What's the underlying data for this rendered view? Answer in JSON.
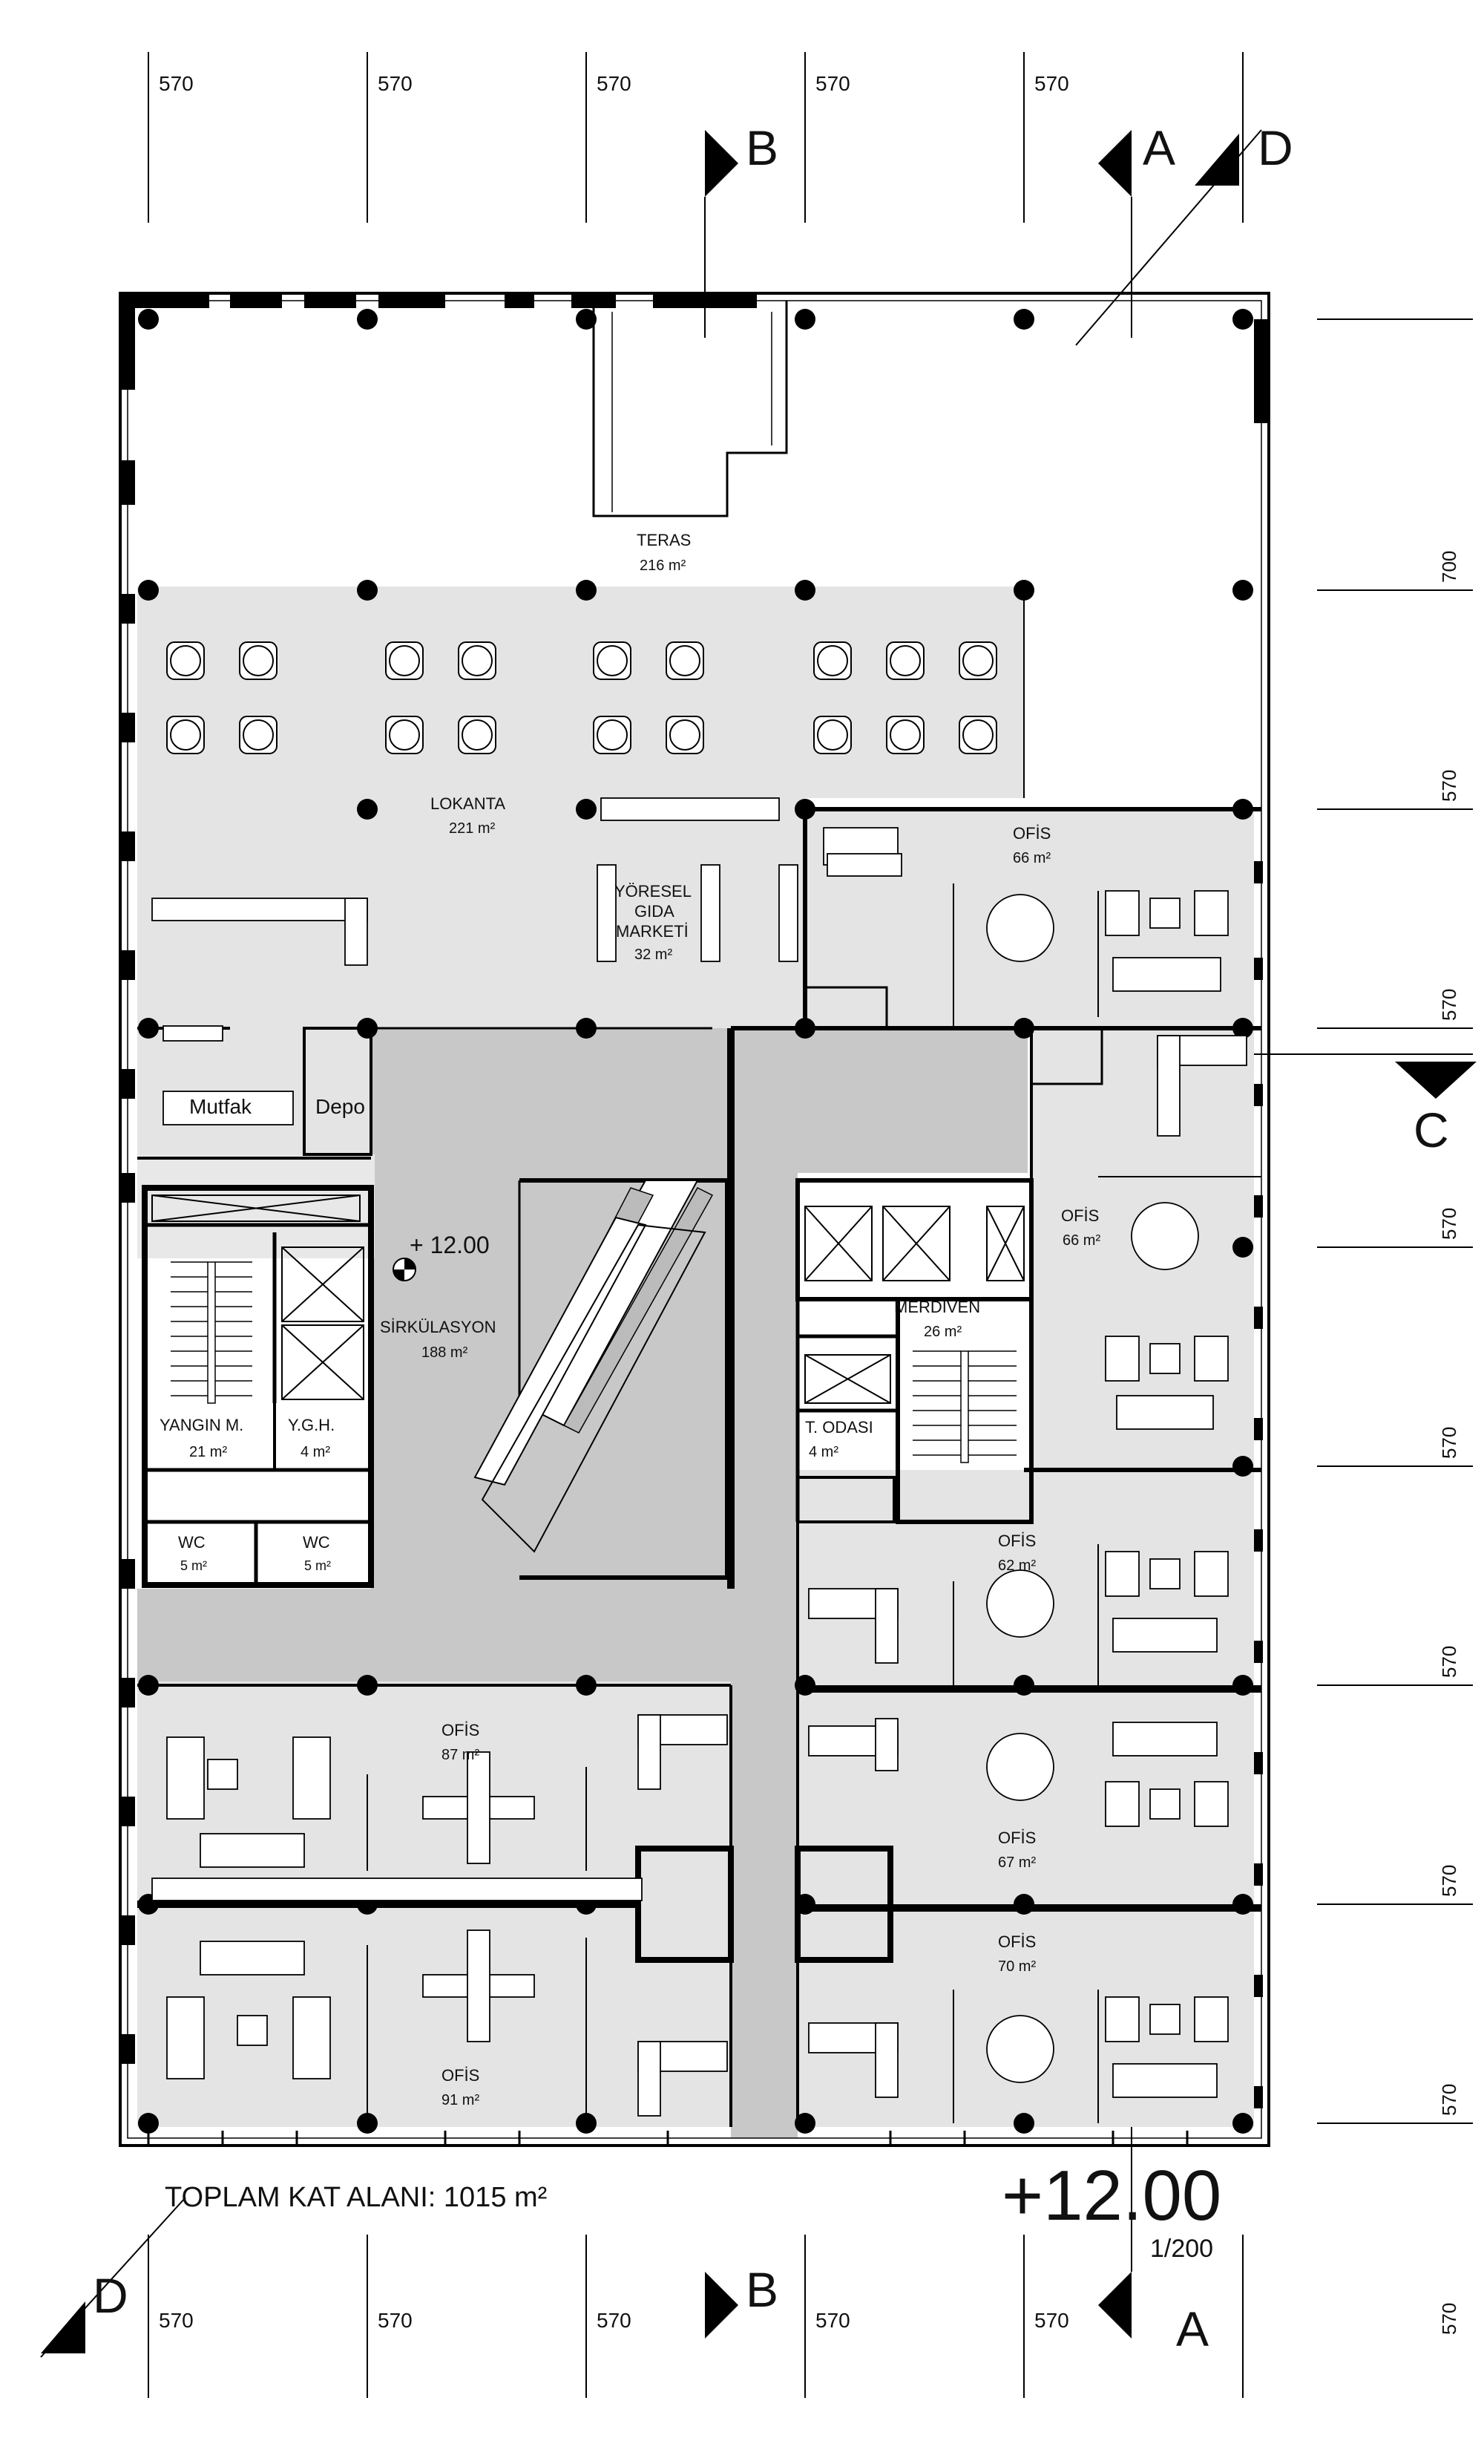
{
  "grid": {
    "top_dims": [
      "570",
      "570",
      "570",
      "570",
      "570"
    ],
    "bottom_dims": [
      "570",
      "570",
      "570",
      "570",
      "570"
    ],
    "right_dims": [
      "700",
      "570",
      "570",
      "570",
      "570",
      "570",
      "570",
      "570",
      "570"
    ]
  },
  "sections": {
    "b_top": "B",
    "a_top": "A",
    "d_top": "D",
    "c": "C",
    "b_bottom": "B",
    "a_bottom": "A",
    "d_bottom": "D"
  },
  "rooms": {
    "teras": {
      "name": "TERAS",
      "area": "216 m²"
    },
    "lokanta": {
      "name": "LOKANTA",
      "area": "221 m²"
    },
    "market": {
      "line1": "YÖRESEL",
      "line2": "GIDA",
      "line3": "MARKETİ",
      "area": "32 m²"
    },
    "ofis_ne": {
      "name": "OFİS",
      "area": "66 m²"
    },
    "ofis_e": {
      "name": "OFİS",
      "area": "66 m²"
    },
    "mutfak": "Mutfak",
    "depo": "Depo",
    "sirkulasyon": {
      "name": "SİRKÜLASYON",
      "area": "188 m²"
    },
    "yangin": {
      "name": "YANGIN M.",
      "area": "21 m²"
    },
    "ygh": {
      "name": "Y.G.H.",
      "area": "4 m²"
    },
    "wc1": {
      "name": "WC",
      "area": "5 m²"
    },
    "wc2": {
      "name": "WC",
      "area": "5 m²"
    },
    "merdiven": {
      "name": "MERDİVEN",
      "area": "26 m²"
    },
    "todasi": {
      "name": "T. ODASI",
      "area": "4 m²"
    },
    "ofis_62": {
      "name": "OFİS",
      "area": "62 m²"
    },
    "ofis_67": {
      "name": "OFİS",
      "area": "67 m²"
    },
    "ofis_70": {
      "name": "OFİS",
      "area": "70 m²"
    },
    "ofis_87": {
      "name": "OFİS",
      "area": "87 m²"
    },
    "ofis_91": {
      "name": "OFİS",
      "area": "91 m²"
    }
  },
  "level_marker": "+ 12.00",
  "total_area": "TOPLAM KAT ALANI: 1015 m²",
  "level": "+12.00",
  "scale": "1/200"
}
